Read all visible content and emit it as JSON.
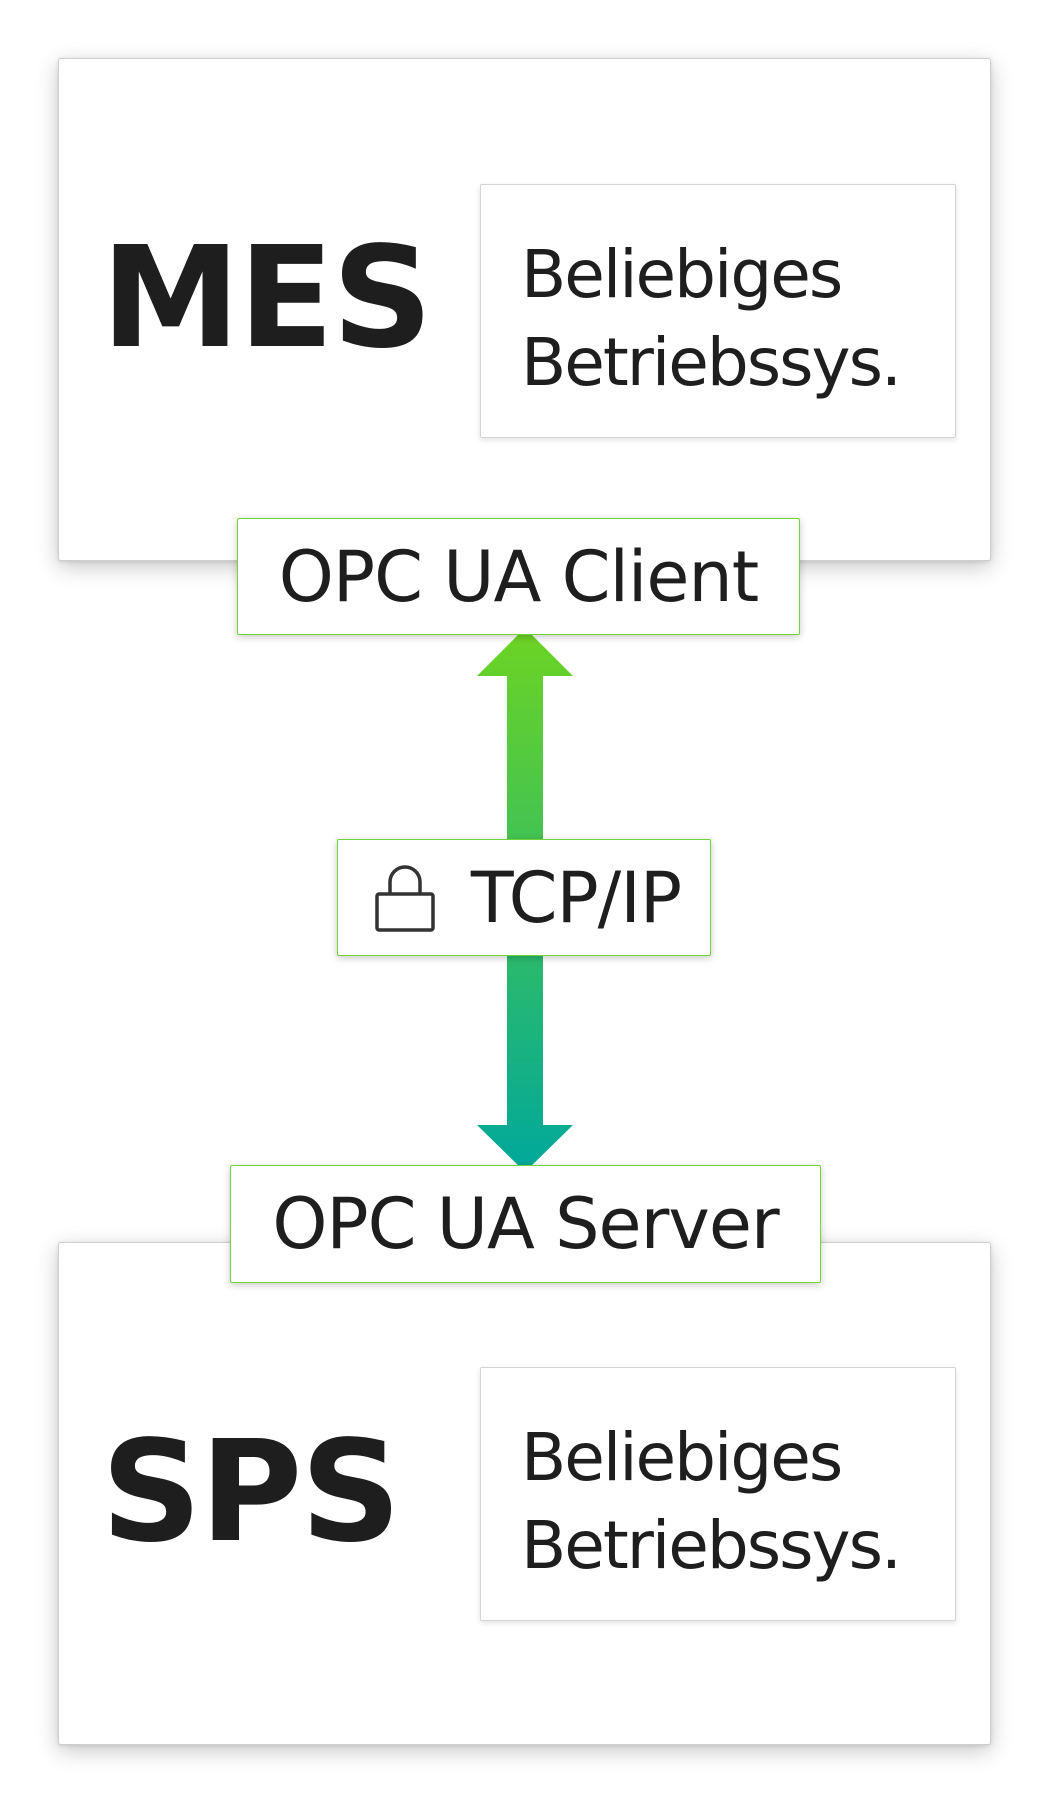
{
  "top_system": {
    "title": "MES",
    "os_lines": [
      "Beliebiges",
      "Betriebssys."
    ]
  },
  "bottom_system": {
    "title": "SPS",
    "os_lines": [
      "Beliebiges",
      "Betriebssys."
    ]
  },
  "client_label": "OPC UA Client",
  "server_label": "OPC UA Server",
  "connection": {
    "label": "TCP/IP",
    "icon": "lock-icon",
    "arrow_color_top": "#6dd422",
    "arrow_color_bottom": "#00a89c"
  },
  "colors": {
    "label_border": "#6fd43a",
    "text": "#1e1e1e"
  }
}
